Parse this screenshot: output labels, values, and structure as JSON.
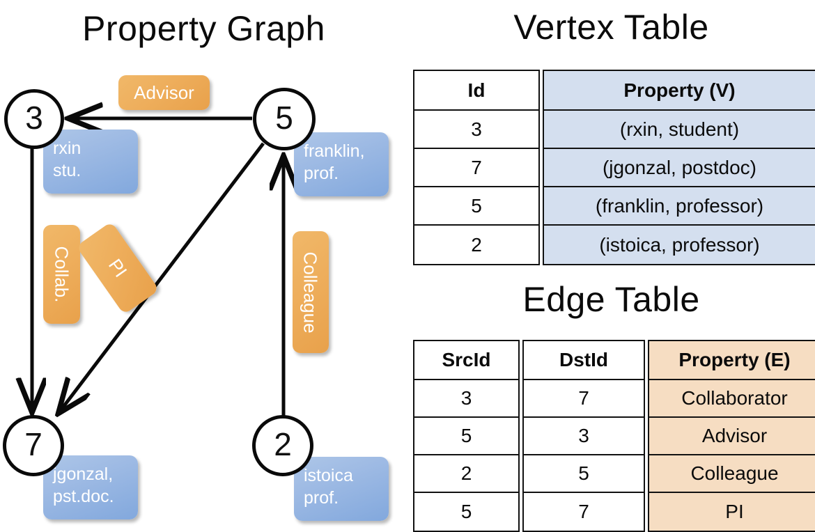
{
  "titles": {
    "property_graph": "Property Graph",
    "vertex_table": "Vertex Table",
    "edge_table": "Edge Table"
  },
  "graph": {
    "nodes": [
      {
        "id": "3",
        "label": "3",
        "property": "rxin\nstu."
      },
      {
        "id": "5",
        "label": "5",
        "property": "franklin,\nprof."
      },
      {
        "id": "7",
        "label": "7",
        "property": "jgonzal,\npst.doc."
      },
      {
        "id": "2",
        "label": "2",
        "property": "istoica\nprof."
      }
    ],
    "edge_labels": [
      {
        "name": "advisor",
        "text": "Advisor"
      },
      {
        "name": "collab",
        "text": "Collab."
      },
      {
        "name": "pi",
        "text": "PI"
      },
      {
        "name": "colleague",
        "text": "Colleague"
      }
    ],
    "edges": [
      {
        "from": "5",
        "to": "3",
        "label": "Advisor"
      },
      {
        "from": "3",
        "to": "7",
        "label": "Collab."
      },
      {
        "from": "5",
        "to": "7",
        "label": "PI"
      },
      {
        "from": "2",
        "to": "5",
        "label": "Colleague"
      }
    ]
  },
  "vertex_table": {
    "headers": [
      "Id",
      "Property (V)"
    ],
    "rows": [
      {
        "id": "3",
        "property": "(rxin, student)"
      },
      {
        "id": "7",
        "property": "(jgonzal, postdoc)"
      },
      {
        "id": "5",
        "property": "(franklin, professor)"
      },
      {
        "id": "2",
        "property": "(istoica, professor)"
      }
    ]
  },
  "edge_table": {
    "headers": [
      "SrcId",
      "DstId",
      "Property (E)"
    ],
    "rows": [
      {
        "src": "3",
        "dst": "7",
        "property": "Collaborator"
      },
      {
        "src": "5",
        "dst": "3",
        "property": "Advisor"
      },
      {
        "src": "2",
        "dst": "5",
        "property": "Colleague"
      },
      {
        "src": "5",
        "dst": "7",
        "property": "PI"
      }
    ]
  },
  "colors": {
    "node_stroke": "#0a0a0a",
    "vertex_property_fill": "#d4dfef",
    "edge_property_fill": "#f6ddc2",
    "callout_blue": "#9fbbe4",
    "label_orange": "#eeae5c"
  }
}
